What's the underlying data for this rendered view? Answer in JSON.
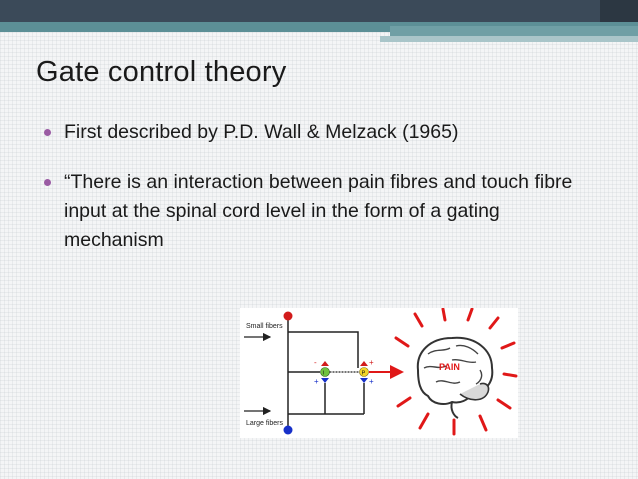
{
  "slide": {
    "title": "Gate control theory",
    "bullets": [
      "First described by P.D. Wall & Melzack (1965)",
      "“There is an interaction between pain fibres and touch fibre input at the spinal cord level in the form of a gating mechanism"
    ]
  },
  "diagram": {
    "small_fibers_label": "Small fibers",
    "large_fibers_label": "Large fibers",
    "pain_label": "PAIN",
    "left_node_label": "I",
    "right_node_label": "P",
    "left_node_signs": {
      "top": "-",
      "bottom": "+"
    },
    "right_node_signs": {
      "top": "+",
      "bottom": "+"
    },
    "colors": {
      "small_fiber_terminal": "#d21b1b",
      "large_fiber_terminal": "#1730c9",
      "inhibitory_node": "#6fc23f",
      "projection_node": "#f2d629",
      "pain_rays": "#e01818"
    }
  }
}
